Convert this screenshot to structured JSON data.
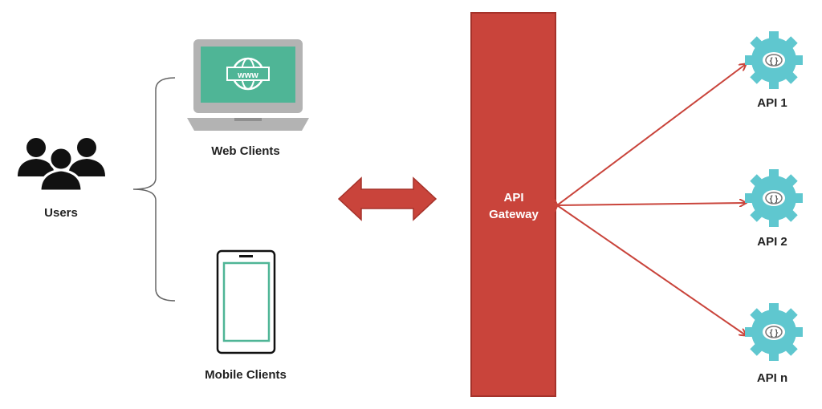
{
  "labels": {
    "users": "Users",
    "web_clients": "Web Clients",
    "mobile_clients": "Mobile Clients",
    "gateway_line1": "API",
    "gateway_line2": "Gateway",
    "api1": "API 1",
    "api2": "API 2",
    "apin": "API n"
  },
  "icons": {
    "users": "users-group-icon",
    "web": "laptop-www-icon",
    "mobile": "smartphone-icon",
    "api": "gear-api-icon"
  },
  "colors": {
    "gateway": "#c9443b",
    "gateway_border": "#a5322a",
    "arrow": "#c9443b",
    "teal": "#5fc7cf",
    "screen_green": "#4fb596",
    "laptop_gray": "#b3b3b3",
    "dark": "#111111"
  }
}
